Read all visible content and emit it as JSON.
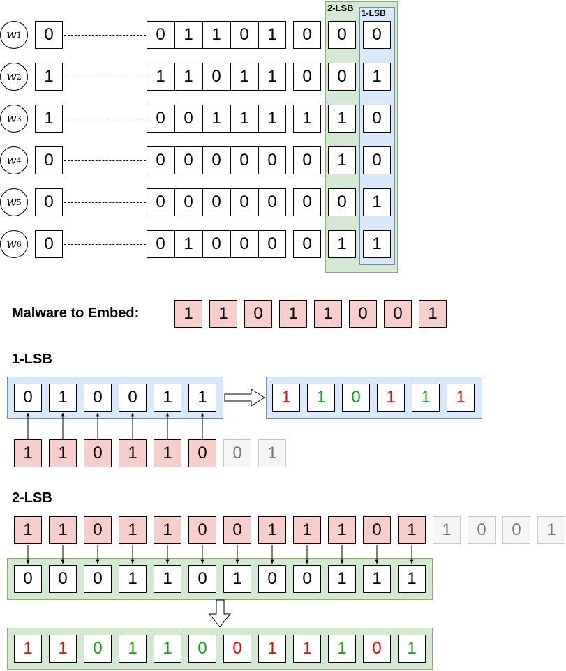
{
  "weights": {
    "rows": [
      {
        "label": "w",
        "sub": "1",
        "extracted": "0",
        "bits": [
          "0",
          "1",
          "1",
          "0",
          "1",
          "0",
          "0",
          "0"
        ]
      },
      {
        "label": "w",
        "sub": "2",
        "extracted": "1",
        "bits": [
          "1",
          "1",
          "0",
          "1",
          "1",
          "0",
          "0",
          "1"
        ]
      },
      {
        "label": "w",
        "sub": "3",
        "extracted": "1",
        "bits": [
          "0",
          "0",
          "1",
          "1",
          "1",
          "1",
          "1",
          "0"
        ]
      },
      {
        "label": "w",
        "sub": "4",
        "extracted": "0",
        "bits": [
          "0",
          "0",
          "0",
          "0",
          "0",
          "0",
          "1",
          "0"
        ]
      },
      {
        "label": "w",
        "sub": "5",
        "extracted": "0",
        "bits": [
          "0",
          "0",
          "0",
          "0",
          "0",
          "0",
          "0",
          "1"
        ]
      },
      {
        "label": "w",
        "sub": "6",
        "extracted": "0",
        "bits": [
          "0",
          "1",
          "0",
          "0",
          "0",
          "0",
          "1",
          "1"
        ]
      }
    ],
    "label_2lsb": "2-LSB",
    "label_1lsb": "1-LSB"
  },
  "malware": {
    "label": "Malware to Embed:",
    "bits": [
      "1",
      "1",
      "0",
      "1",
      "1",
      "0",
      "0",
      "1"
    ]
  },
  "lsb1": {
    "title": "1-LSB",
    "original": [
      "0",
      "1",
      "0",
      "0",
      "1",
      "1"
    ],
    "result": [
      {
        "v": "1",
        "c": "red"
      },
      {
        "v": "1",
        "c": "green"
      },
      {
        "v": "0",
        "c": "green"
      },
      {
        "v": "1",
        "c": "red"
      },
      {
        "v": "1",
        "c": "green"
      },
      {
        "v": "1",
        "c": "red"
      }
    ],
    "payload": [
      "1",
      "1",
      "0",
      "1",
      "1",
      "0"
    ],
    "payload_unused": [
      "0",
      "1"
    ]
  },
  "lsb2": {
    "title": "2-LSB",
    "payload": [
      "1",
      "1",
      "0",
      "1",
      "1",
      "0",
      "0",
      "1",
      "1",
      "1",
      "0",
      "1"
    ],
    "payload_unused": [
      "1",
      "0",
      "0",
      "1"
    ],
    "original": [
      "0",
      "0",
      "0",
      "1",
      "1",
      "0",
      "1",
      "0",
      "0",
      "1",
      "1",
      "1"
    ],
    "result": [
      {
        "v": "1",
        "c": "red"
      },
      {
        "v": "1",
        "c": "red"
      },
      {
        "v": "0",
        "c": "green"
      },
      {
        "v": "1",
        "c": "green"
      },
      {
        "v": "1",
        "c": "green"
      },
      {
        "v": "0",
        "c": "green"
      },
      {
        "v": "0",
        "c": "red"
      },
      {
        "v": "1",
        "c": "red"
      },
      {
        "v": "1",
        "c": "red"
      },
      {
        "v": "1",
        "c": "green"
      },
      {
        "v": "0",
        "c": "red"
      },
      {
        "v": "1",
        "c": "green"
      }
    ]
  }
}
